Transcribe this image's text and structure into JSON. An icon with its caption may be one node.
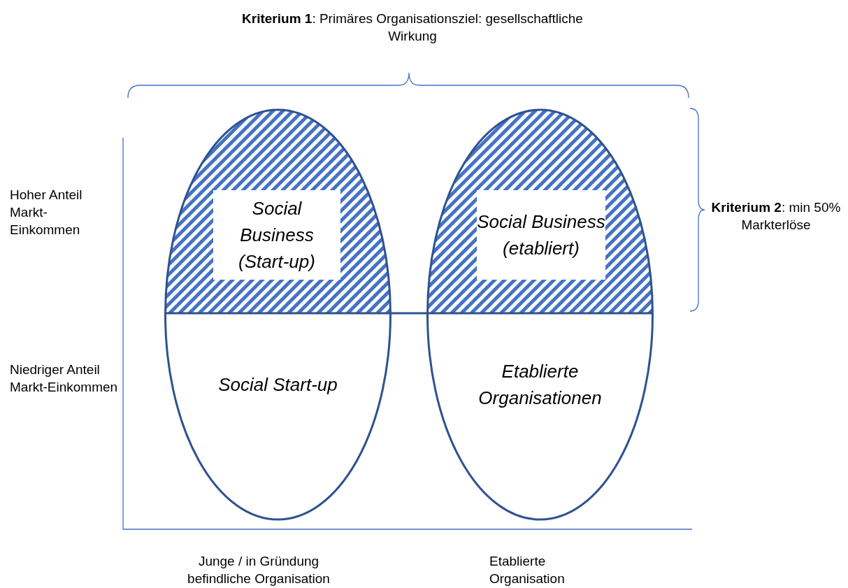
{
  "diagram": {
    "nodes": [
      {
        "text": [],
        "shape": "ellipse"
      },
      {
        "text": [
          "Social Business (Start-up)"
        ],
        "in": 0
      },
      {
        "text": [
          "Social Start-up"
        ],
        "in": 0
      },
      {
        "text": [],
        "shape": "ellipse"
      },
      {
        "text": [
          "Social Business (etabliert)"
        ],
        "in": 3
      },
      {
        "text": [
          "Etablierte Organisationen"
        ],
        "in": 3
      }
    ],
    "edges": [
      {
        "from": 0,
        "to": 3,
        "arrow": "none"
      }
    ],
    "labels": [
      "**Kriterium 1**: Primäres Organisationsziel: gesellschaftliche Wirkung",
      "Hoher Anteil Markt-Einkommen",
      "**Kriterium 2**: min 50% Markterlöse",
      "Niedriger Anteil Markt-Einkommen",
      "Junge / in Gründung befindliche Organisation",
      "Etablierte Organisation"
    ]
  }
}
